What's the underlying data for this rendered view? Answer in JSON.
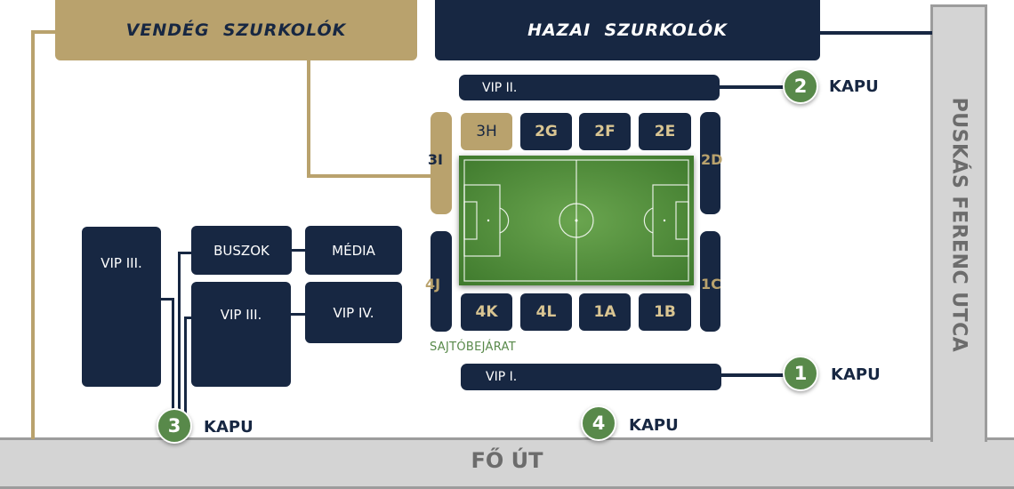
{
  "header": {
    "away_fans": "VENDÉG  SZURKOLÓK",
    "home_fans": "HAZAI  SZURKOLÓK"
  },
  "vip_bars": {
    "vip2": "VIP II.",
    "vip1": "VIP I."
  },
  "sectors_top": [
    "3H",
    "2G",
    "2F",
    "2E"
  ],
  "sectors_bottom": [
    "4K",
    "4L",
    "1A",
    "1B"
  ],
  "sector_3i": "3I",
  "sector_2d": "2D",
  "sector_4j": "4J",
  "sector_1c": "1C",
  "press_entrance": "SAJTÓBEJÁRAT",
  "left_blocks": {
    "vip3_tall": "VIP III.",
    "buses": "BUSZOK",
    "media": "MÉDIA",
    "vip3": "VIP III.",
    "vip4": "VIP IV."
  },
  "gates": [
    {
      "number": "1",
      "label": "KAPU"
    },
    {
      "number": "2",
      "label": "KAPU"
    },
    {
      "number": "3",
      "label": "KAPU"
    },
    {
      "number": "4",
      "label": "KAPU"
    }
  ],
  "roads": {
    "main": "FŐ ÚT",
    "street": "PUSKÁS FERENC UTCA"
  },
  "colors": {
    "navy": "#172742",
    "gold": "#b9a26d",
    "gate_green": "#58894a",
    "pitch_green": "#4f8d3a",
    "road_gray": "#d4d4d4"
  }
}
